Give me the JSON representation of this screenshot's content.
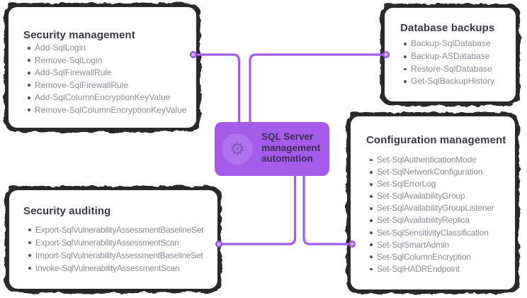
{
  "diagram_title": "SQL Server management automation",
  "colors": {
    "background": "#ffffff",
    "card_bg": "#ffffff",
    "sketch": "#1e1e1e",
    "title": "#3d3946",
    "item": "#8d8a93",
    "bullet": "#52505a",
    "accent_purple": "#a25ce8",
    "node_fill": "#a55cea",
    "node_text": "#3a2e52",
    "endpoint_fill": "#cfaef5",
    "endpoint_stroke": "#9b4fe0"
  },
  "center_node": {
    "label": "SQL Server management automation",
    "icon": "gear-automation-icon",
    "icon_glyph": "⚙"
  },
  "cards": [
    {
      "id": "security-management",
      "title": "Security management",
      "items": [
        "Add-SqlLogin",
        "Remove-SqlLogin",
        "Add-SqlFirewallRule",
        "Remove-SqlFirewallRule",
        "Add-SqlColumnEncryptionKeyValue",
        "Remove-SqlColumnEncryptionKeyValue"
      ]
    },
    {
      "id": "database-backups",
      "title": "Database backups",
      "items": [
        "Backup-SqlDatabase",
        "Backup-ASDatabase",
        "Restore-SqlDatabase",
        "Get-SqlBackupHistory"
      ]
    },
    {
      "id": "security-auditing",
      "title": "Security auditing",
      "items": [
        "Export-SqlVulnerabilityAssessmentBaselineSet",
        "Export-SqlVulnerabilityAssessmentScan",
        "Import-SqlVulnerabilityAssessmentBaselineSet",
        "Invoke-SqlVulnerabilityAssessmentScan"
      ]
    },
    {
      "id": "configuration-management",
      "title": "Configuration management",
      "items": [
        "Set-SqlAuthenticationMode",
        "Set-SqlNetworkConfiguration",
        "Set-SqlErrorLog",
        "Set-SqlAvailabilityGroup",
        "Set-SqlAvailabilityGroupListener",
        "Set-SqlAvailabilityReplica",
        "Set-SqlSensitivityClassification",
        "Set-SqlSmartAdmin",
        "Set-SqlColumnEncryption",
        "Set-SqlHADREndpoint"
      ]
    }
  ]
}
